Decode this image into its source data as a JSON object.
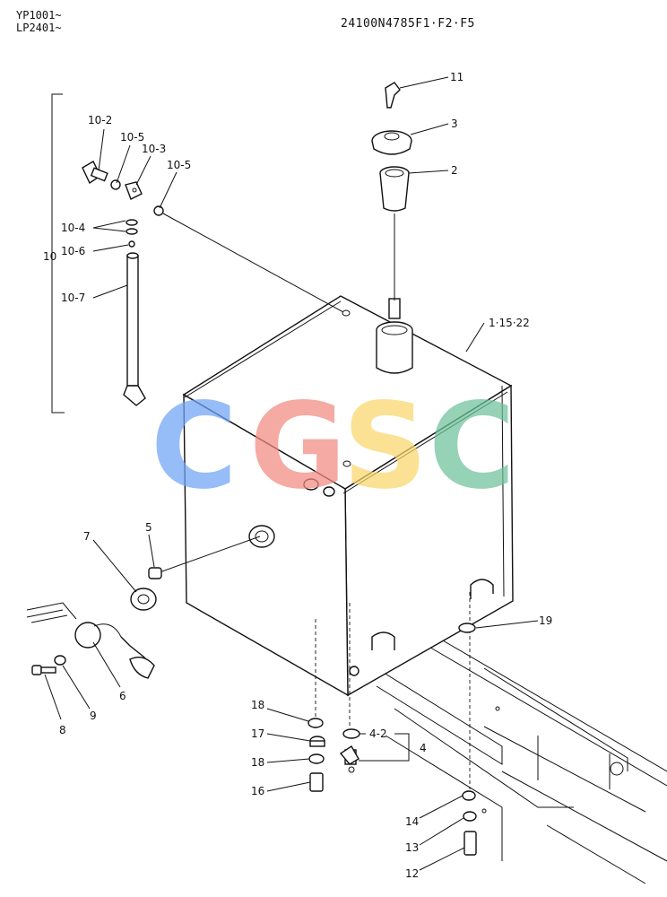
{
  "header": {
    "models_line1": "YP1001~",
    "models_line2": "LP2401~",
    "drawing_code": "24100N4785F1·F2·F5"
  },
  "labels": {
    "p11": "11",
    "p3": "3",
    "p2": "2",
    "p1": "1·15·22",
    "p10": "10",
    "p10_2": "10-2",
    "p10_5a": "10-5",
    "p10_3": "10-3",
    "p10_5b": "10-5",
    "p10_4": "10-4",
    "p10_6": "10-6",
    "p10_7": "10-7",
    "p5": "5",
    "p7": "7",
    "p6": "6",
    "p8": "8",
    "p9": "9",
    "p19": "19",
    "p18a": "18",
    "p17": "17",
    "p18b": "18",
    "p16": "16",
    "p4_2": "4-2",
    "p4": "4",
    "p14": "14",
    "p13": "13",
    "p12": "12"
  },
  "watermark": {
    "letters": [
      "C",
      "G",
      "S",
      "C"
    ],
    "colors": [
      "#6FA4F5",
      "#F28A80",
      "#FAD66A",
      "#6FC29A"
    ]
  }
}
